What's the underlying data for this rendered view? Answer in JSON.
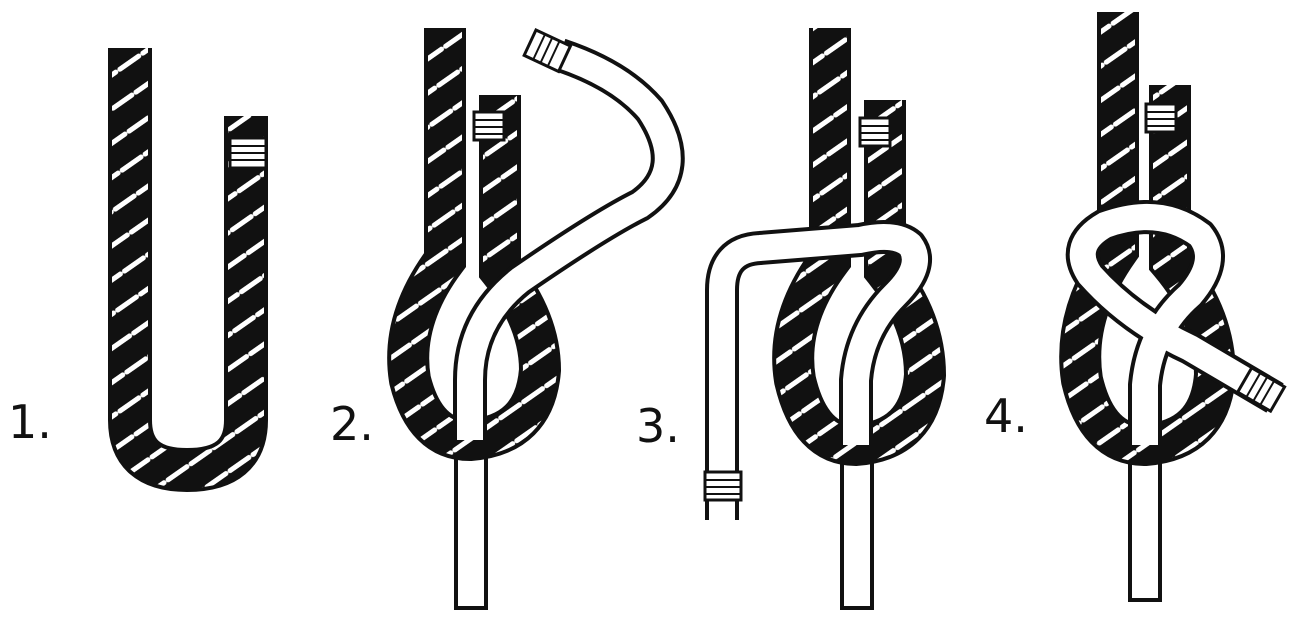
{
  "steps": [
    {
      "number": "1."
    },
    {
      "number": "2."
    },
    {
      "number": "3."
    },
    {
      "number": "4."
    }
  ],
  "colors": {
    "dark_rope": "#111111",
    "light_rope": "#ffffff",
    "outline": "#111111",
    "background": "#ffffff"
  }
}
